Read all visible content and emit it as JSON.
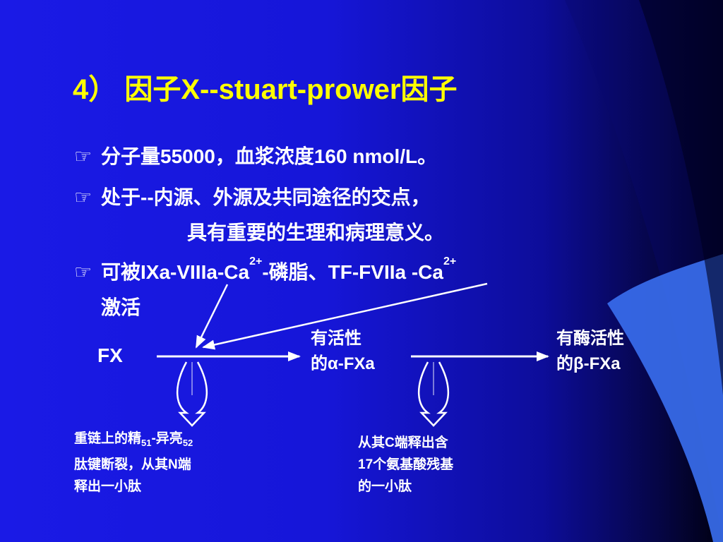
{
  "title": "4） 因子X--stuart-prower因子",
  "bullets": {
    "b1": "分子量55000，血浆浓度160  nmol/L。",
    "b2_line1": "处于--内源、外源及共同途径的交点，",
    "b2_line2": "具有重要的生理和病理意义。",
    "b3_a": "可被IXa-VIIIa-Ca",
    "b3_sup1": "2+",
    "b3_b": "-磷脂、TF-FVIIa -Ca",
    "b3_sup2": "2+",
    "b3_line2": "激活"
  },
  "bullet_icon": "pointing-hand-icon",
  "diagram": {
    "fx": "FX",
    "alpha_line1": "有活性",
    "alpha_line2": "的α-FXa",
    "beta_line1": "有酶活性",
    "beta_line2": "的β-FXa",
    "note1": {
      "l1a": "重链上的精",
      "l1_sub1": "51",
      "l1b": "-异亮",
      "l1_sub2": "52",
      "l2": "肽键断裂，从其N端",
      "l3": "释出一小肽"
    },
    "note2": {
      "l1": "从其C端释出含",
      "l2": "17个氨基酸残基",
      "l3": "的一小肽"
    }
  },
  "colors": {
    "title": "#ffff00",
    "text": "#ffffff",
    "background": "#1a1ae6",
    "accent_band": "#3a6ff0"
  }
}
